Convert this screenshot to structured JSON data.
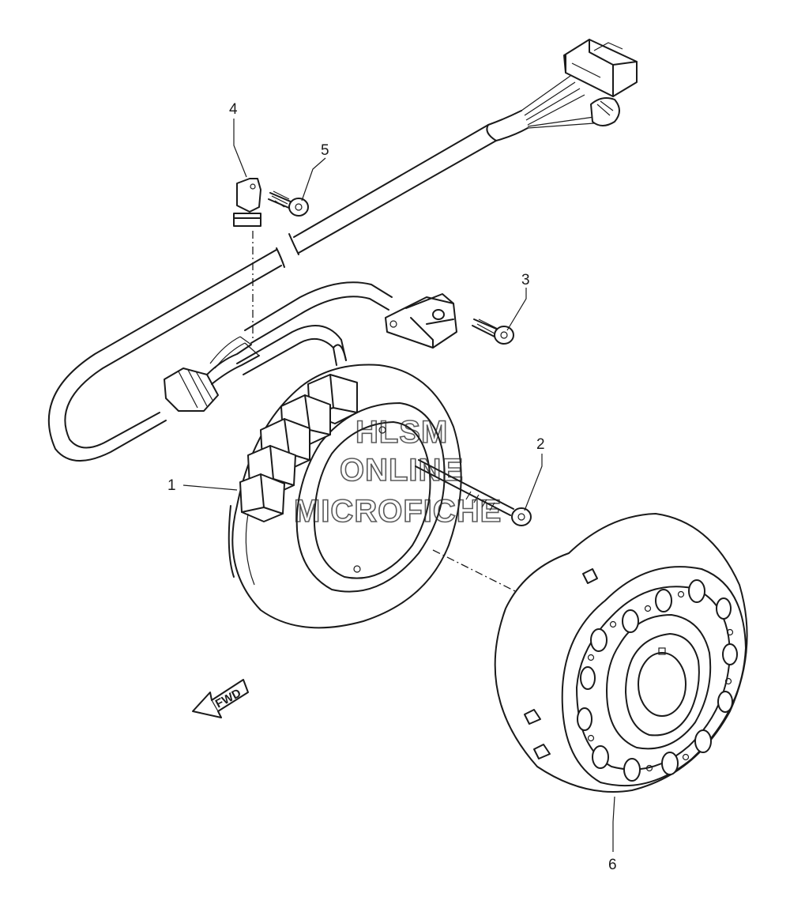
{
  "callouts": [
    {
      "number": "1"
    },
    {
      "number": "2"
    },
    {
      "number": "3"
    },
    {
      "number": "4"
    },
    {
      "number": "5"
    },
    {
      "number": "6"
    }
  ],
  "watermark": {
    "line1": "HLSM",
    "line2": "ONLINE",
    "line3": "MICROFICHE"
  },
  "direction_arrow": {
    "label": "FWD"
  },
  "colors": {
    "ink": "#1a1a1a",
    "background": "#ffffff"
  }
}
